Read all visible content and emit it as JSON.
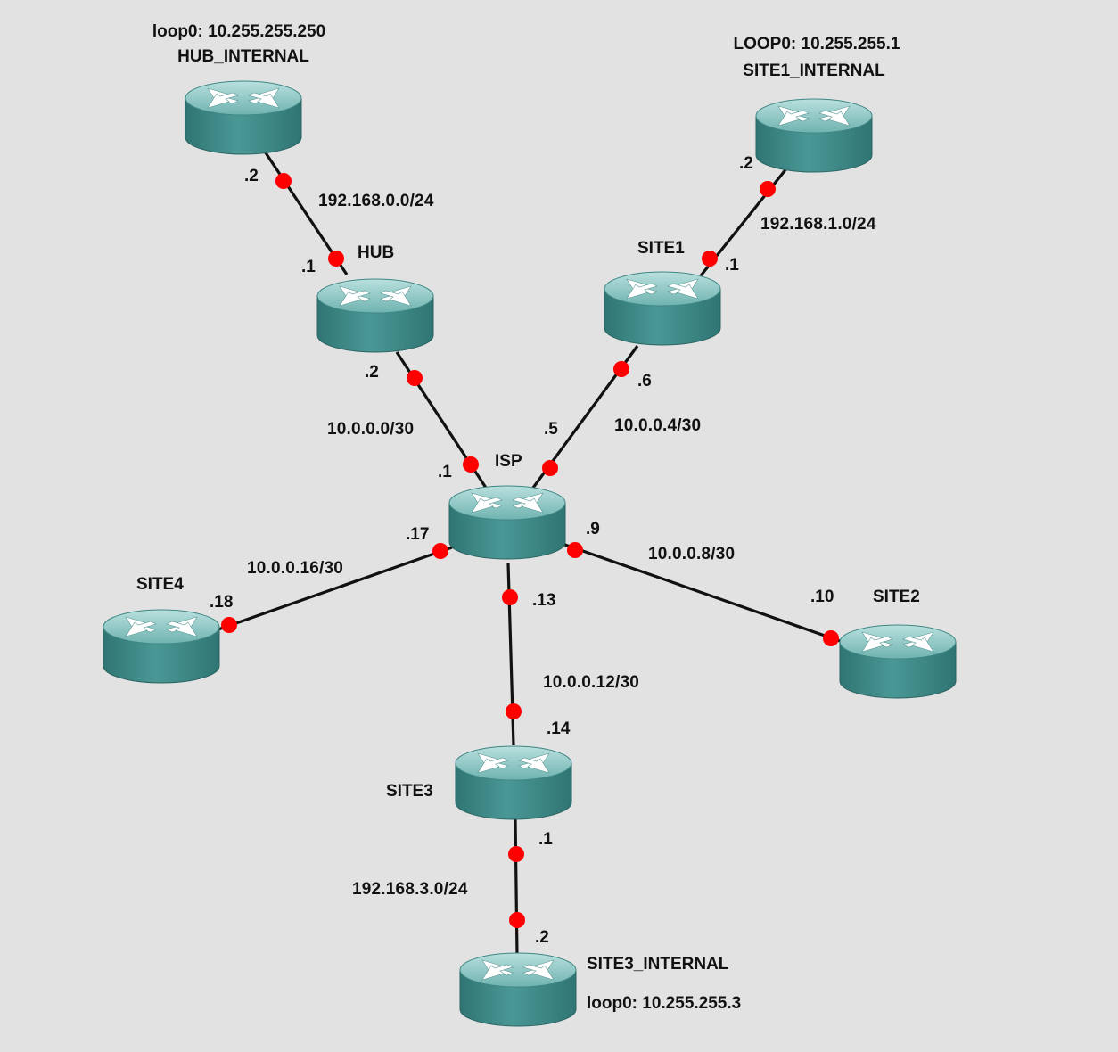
{
  "colors": {
    "background": "#e2e2e2",
    "router_side": "#3d8a88",
    "router_top": "#8fc9c7",
    "link": "#111111",
    "port_dot": "#ff0000"
  },
  "routers": [
    {
      "id": "hub_internal",
      "label": "HUB_INTERNAL",
      "caption": "loop0: 10.255.255.250",
      "icon": "router-icon"
    },
    {
      "id": "site1_internal",
      "label": "SITE1_INTERNAL",
      "caption": "LOOP0: 10.255.255.1",
      "icon": "router-icon"
    },
    {
      "id": "hub",
      "label": "HUB",
      "caption": "",
      "icon": "router-icon"
    },
    {
      "id": "site1",
      "label": "SITE1",
      "caption": "",
      "icon": "router-icon"
    },
    {
      "id": "isp",
      "label": "ISP",
      "caption": "",
      "icon": "router-icon"
    },
    {
      "id": "site4",
      "label": "SITE4",
      "caption": "",
      "icon": "router-icon"
    },
    {
      "id": "site2",
      "label": "SITE2",
      "caption": "",
      "icon": "router-icon"
    },
    {
      "id": "site3",
      "label": "SITE3",
      "caption": "",
      "icon": "router-icon"
    },
    {
      "id": "site3_internal",
      "label": "SITE3_INTERNAL",
      "caption": "loop0: 10.255.255.3",
      "icon": "router-icon"
    }
  ],
  "links": [
    {
      "id": "hubint_hub",
      "from": "hub_internal",
      "to": "hub",
      "subnet": "192.168.0.0/24",
      "from_ip": ".2",
      "to_ip": ".1"
    },
    {
      "id": "site1int_site1",
      "from": "site1_internal",
      "to": "site1",
      "subnet": "192.168.1.0/24",
      "from_ip": ".2",
      "to_ip": ".1"
    },
    {
      "id": "hub_isp",
      "from": "hub",
      "to": "isp",
      "subnet": "10.0.0.0/30",
      "from_ip": ".2",
      "to_ip": ".1"
    },
    {
      "id": "site1_isp",
      "from": "site1",
      "to": "isp",
      "subnet": "10.0.0.4/30",
      "from_ip": ".6",
      "to_ip": ".5"
    },
    {
      "id": "isp_site2",
      "from": "isp",
      "to": "site2",
      "subnet": "10.0.0.8/30",
      "from_ip": ".9",
      "to_ip": ".10"
    },
    {
      "id": "isp_site3",
      "from": "isp",
      "to": "site3",
      "subnet": "10.0.0.12/30",
      "from_ip": ".13",
      "to_ip": ".14"
    },
    {
      "id": "isp_site4",
      "from": "isp",
      "to": "site4",
      "subnet": "10.0.0.16/30",
      "from_ip": ".17",
      "to_ip": ".18"
    },
    {
      "id": "site3_site3int",
      "from": "site3",
      "to": "site3_internal",
      "subnet": "192.168.3.0/24",
      "from_ip": ".1",
      "to_ip": ".2"
    }
  ]
}
